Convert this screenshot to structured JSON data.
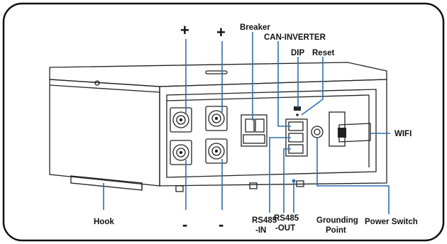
{
  "diagram": {
    "terminal_signs": {
      "plus_left": "+",
      "plus_right": "+",
      "minus_left": "-",
      "minus_right": "-"
    },
    "labels": {
      "breaker": "Breaker",
      "can_inverter": "CAN-INVERTER",
      "dip": "DIP",
      "reset": "Reset",
      "wifi": "WIFI",
      "hook": "Hook",
      "rs485_in_line1": "RS485",
      "rs485_in_line2": "-IN",
      "rs485_out_line1": "RS485",
      "rs485_out_line2": "-OUT",
      "grounding_line1": "Grounding",
      "grounding_line2": "Point",
      "power_switch": "Power Switch"
    }
  },
  "colors": {
    "leader_line": "#2f6fb3",
    "outline": "#222222",
    "frame": "#111111"
  }
}
